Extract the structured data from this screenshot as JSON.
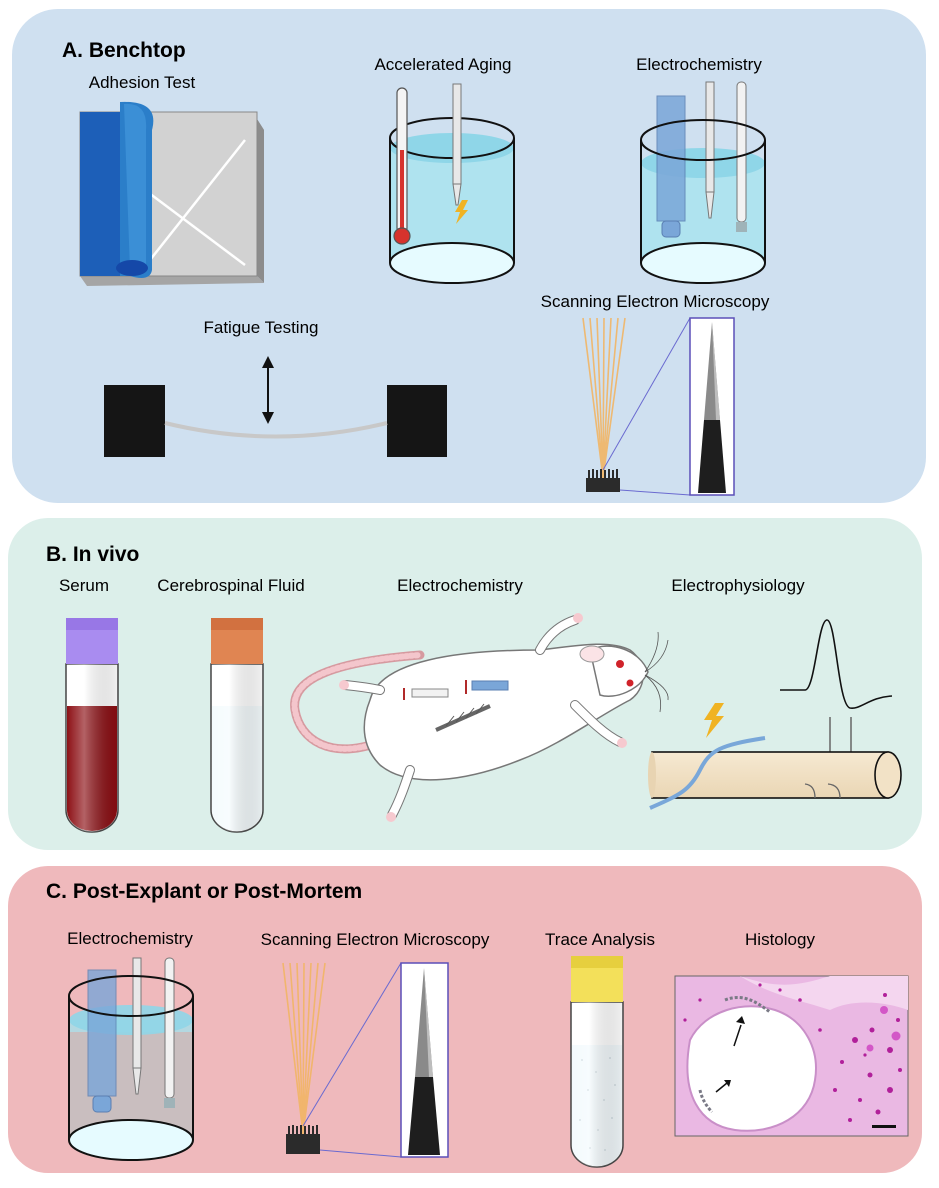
{
  "panels": {
    "a": {
      "title": "A. Benchtop",
      "labels": {
        "adhesion": "Adhesion Test",
        "aging": "Accelerated Aging",
        "echem": "Electrochemistry",
        "sem": "Scanning Electron Microscopy",
        "fatigue": "Fatigue Testing"
      }
    },
    "b": {
      "title": "B. In vivo",
      "labels": {
        "serum": "Serum",
        "csf": "Cerebrospinal Fluid",
        "echem": "Electrochemistry",
        "ephys": "Electrophysiology"
      }
    },
    "c": {
      "title": "C. Post-Explant or Post-Mortem",
      "labels": {
        "echem": "Electrochemistry",
        "sem": "Scanning Electron Microscopy",
        "trace": "Trace Analysis",
        "histology": "Histology"
      }
    }
  },
  "colors": {
    "panel_a_bg": "#cfe0f0",
    "panel_b_bg": "#dcefea",
    "panel_c_bg": "#efb9bc",
    "serum_cap": "#a98cf0",
    "serum_fluid": "#8b0d12",
    "csf_cap": "#e08552",
    "trace_cap": "#f3e05a",
    "liquid": "#a9e3ef"
  }
}
